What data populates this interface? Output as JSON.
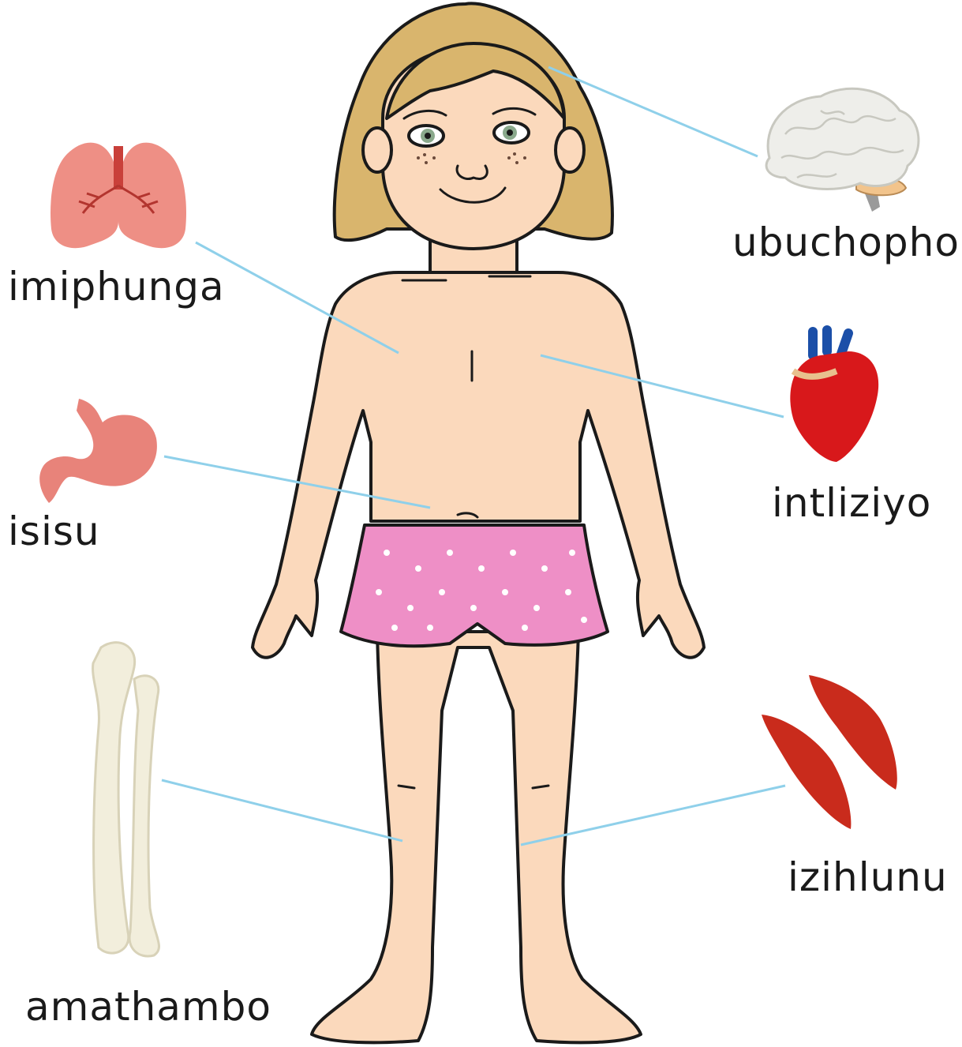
{
  "labels": {
    "brain": "ubuchopho",
    "lungs": "imiphunga",
    "heart": "intliziyo",
    "stomach": "isisu",
    "muscles": "izihlunu",
    "bones": "amathambo"
  },
  "colors": {
    "leader_line": "#8fd0ea",
    "skin": "#fbd9bc",
    "hair": "#d9b56d",
    "shorts": "#ee8fc6",
    "outline": "#1a1a1a"
  },
  "icons": [
    "brain-icon",
    "lungs-icon",
    "heart-icon",
    "stomach-icon",
    "muscle-icon",
    "bone-icon"
  ]
}
